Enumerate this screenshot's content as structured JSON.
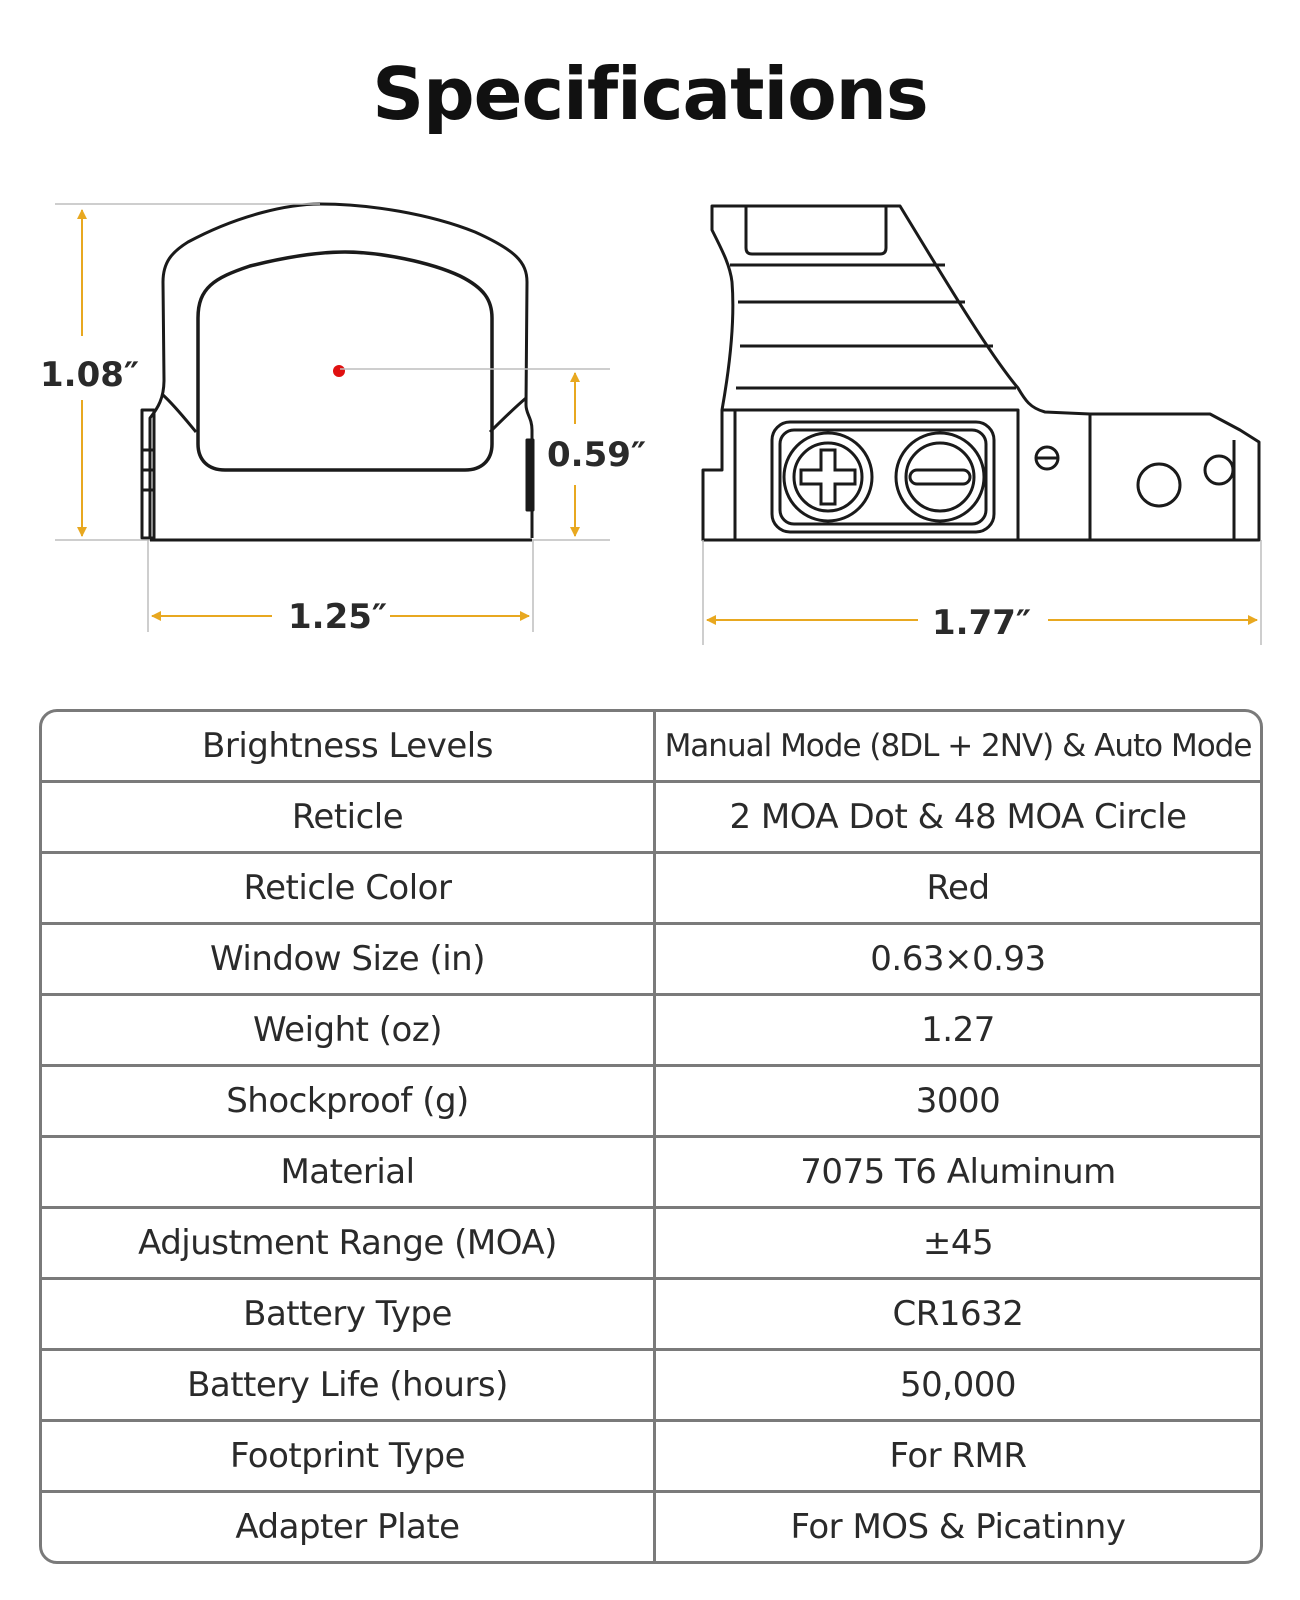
{
  "title": "Specifications",
  "dimensions": {
    "height_total": "1.08″",
    "window_height": "0.59″",
    "width_front": "1.25″",
    "length_side": "1.77″"
  },
  "colors": {
    "dimension_line": "#e8a820",
    "outline": "#1a1a1a",
    "reticle_dot": "#e01010",
    "table_border": "#7a7a7a"
  },
  "specs": [
    {
      "label": "Brightness Levels",
      "value": "Manual Mode (8DL + 2NV) & Auto Mode"
    },
    {
      "label": "Reticle",
      "value": "2 MOA Dot & 48 MOA Circle"
    },
    {
      "label": "Reticle Color",
      "value": "Red"
    },
    {
      "label": "Window Size (in)",
      "value": "0.63×0.93"
    },
    {
      "label": "Weight (oz)",
      "value": "1.27"
    },
    {
      "label": "Shockproof (g)",
      "value": "3000"
    },
    {
      "label": "Material",
      "value": "7075 T6 Aluminum"
    },
    {
      "label": "Adjustment Range (MOA)",
      "value": "±45"
    },
    {
      "label": "Battery Type",
      "value": "CR1632"
    },
    {
      "label": "Battery Life (hours)",
      "value": "50,000"
    },
    {
      "label": "Footprint Type",
      "value": "For RMR"
    },
    {
      "label": "Adapter Plate",
      "value": "For MOS & Picatinny"
    }
  ]
}
